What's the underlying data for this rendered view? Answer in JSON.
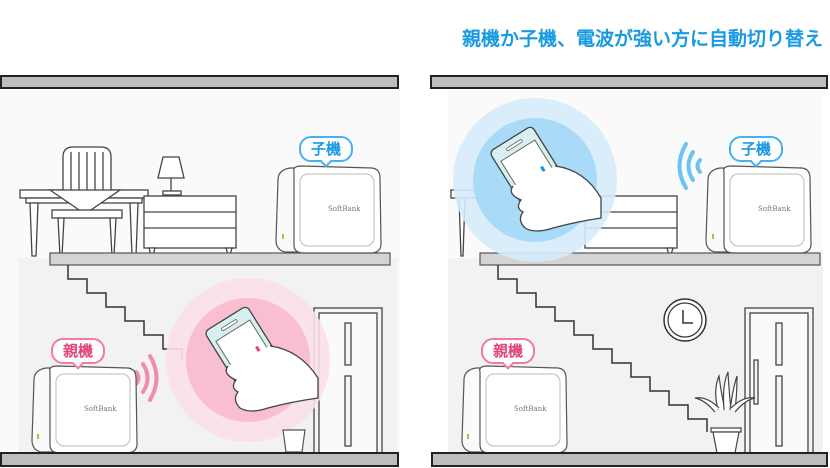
{
  "headline": "親機か子機、電波が強い方に自動切り替え",
  "colors": {
    "headline": "#1a9ae0",
    "child_accent": "#45b2ef",
    "parent_accent": "#f07aa0",
    "floor": "#bdbdbd",
    "led": "#8bd13a"
  },
  "left_panel": {
    "child_label": "子機",
    "parent_label": "親機",
    "router_brand_child": "SoftBank",
    "router_brand_parent": "SoftBank",
    "active_unit": "parent",
    "signal_color": "pink"
  },
  "right_panel": {
    "child_label": "子機",
    "parent_label": "親機",
    "router_brand_child": "SoftBank",
    "router_brand_parent": "SoftBank",
    "active_unit": "child",
    "signal_color": "blue"
  }
}
